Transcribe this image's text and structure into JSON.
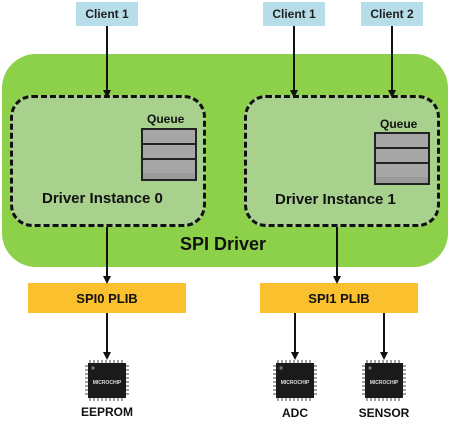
{
  "clients": [
    {
      "label": "Client 1"
    },
    {
      "label": "Client 1"
    },
    {
      "label": "Client 2"
    }
  ],
  "driver": {
    "label": "SPI Driver"
  },
  "instances": [
    {
      "label": "Driver Instance 0",
      "queue_label": "Queue"
    },
    {
      "label": "Driver Instance 1",
      "queue_label": "Queue"
    }
  ],
  "plibs": [
    {
      "label": "SPI0 PLIB"
    },
    {
      "label": "SPI1 PLIB"
    }
  ],
  "devices": [
    {
      "label": "EEPROM",
      "chip_text": "MICROCHIP"
    },
    {
      "label": "ADC",
      "chip_text": "MICROCHIP"
    },
    {
      "label": "SENSOR",
      "chip_text": "MICROCHIP"
    }
  ],
  "colors": {
    "client_fill": "#b7dde8",
    "driver_fill": "#8dd04a",
    "instance_fill": "#a9d18e",
    "plib_fill": "#fbc02d",
    "chip_fill": "#1a1a1a"
  }
}
